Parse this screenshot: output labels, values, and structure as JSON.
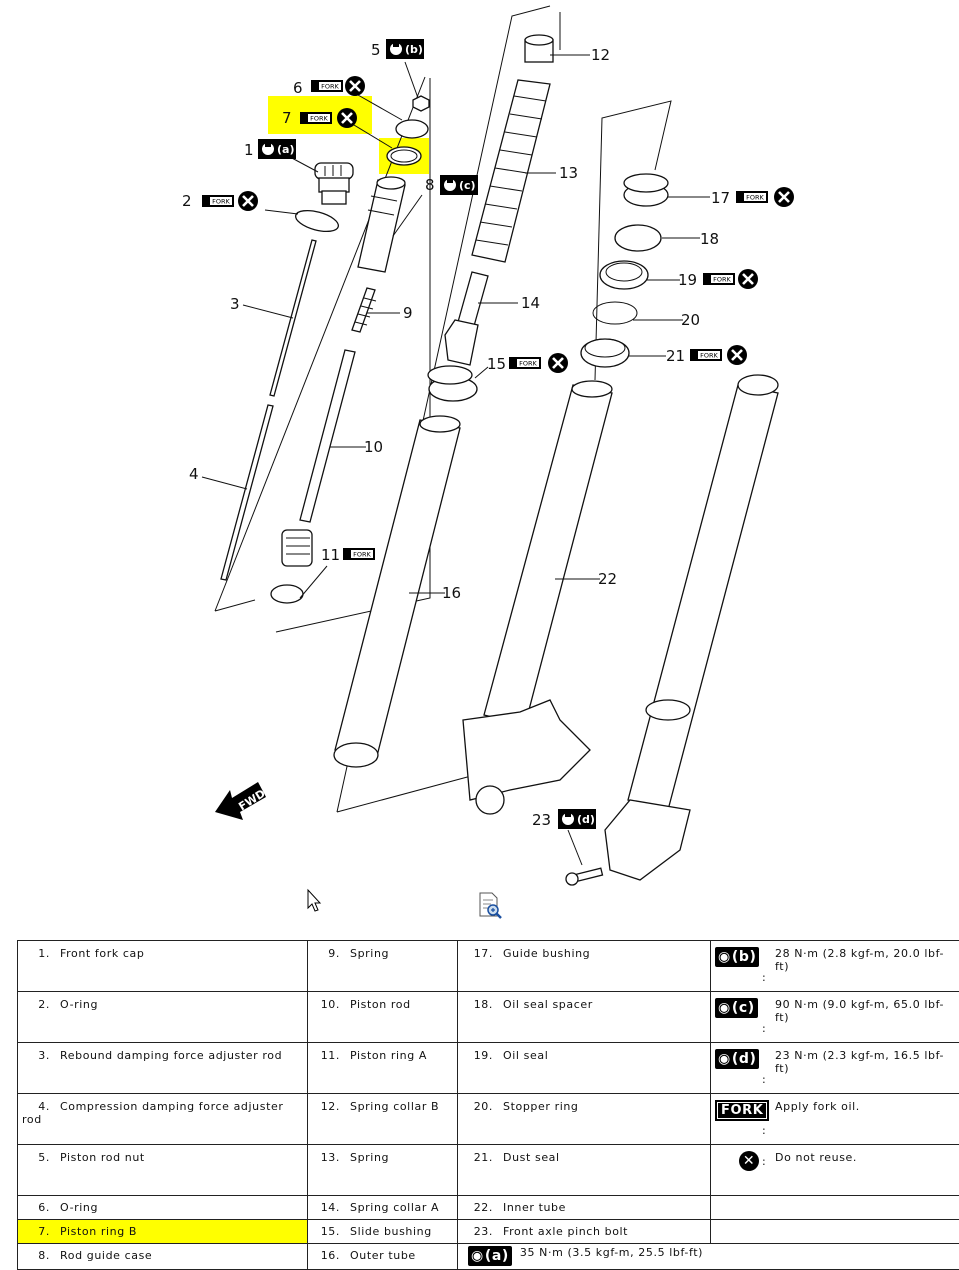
{
  "callouts": {
    "c1": "1",
    "c2": "2",
    "c3": "3",
    "c4": "4",
    "c5": "5",
    "c6": "6",
    "c7": "7",
    "c8": "8",
    "c9": "9",
    "c10": "10",
    "c11": "11",
    "c12": "12",
    "c13": "13",
    "c14": "14",
    "c15": "15",
    "c16": "16",
    "c17": "17",
    "c18": "18",
    "c19": "19",
    "c20": "20",
    "c21": "21",
    "c22": "22",
    "c23": "23"
  },
  "symbols": {
    "torque_a": "(a)",
    "torque_b": "(b)",
    "torque_c": "(c)",
    "torque_d": "(d)",
    "fork": "FORK",
    "noreuse": "✕",
    "fwd": "FWD"
  },
  "colors": {
    "highlight": "#ffff00"
  },
  "legend": {
    "col1": [
      {
        "num": "1.",
        "label": "Front fork cap"
      },
      {
        "num": "2.",
        "label": "O-ring"
      },
      {
        "num": "3.",
        "label": "Rebound damping force adjuster rod"
      },
      {
        "num": "4.",
        "label": "Compression damping force adjuster rod"
      },
      {
        "num": "5.",
        "label": "Piston rod nut"
      },
      {
        "num": "6.",
        "label": "O-ring"
      },
      {
        "num": "7.",
        "label": "Piston ring B"
      },
      {
        "num": "8.",
        "label": "Rod guide case"
      }
    ],
    "col2": [
      {
        "num": "9.",
        "label": "Spring"
      },
      {
        "num": "10.",
        "label": "Piston rod"
      },
      {
        "num": "11.",
        "label": "Piston ring A"
      },
      {
        "num": "12.",
        "label": "Spring collar B"
      },
      {
        "num": "13.",
        "label": "Spring"
      },
      {
        "num": "14.",
        "label": "Spring collar A"
      },
      {
        "num": "15.",
        "label": "Slide bushing"
      },
      {
        "num": "16.",
        "label": "Outer tube"
      }
    ],
    "col3": [
      {
        "num": "17.",
        "label": "Guide bushing"
      },
      {
        "num": "18.",
        "label": "Oil seal spacer"
      },
      {
        "num": "19.",
        "label": "Oil seal"
      },
      {
        "num": "20.",
        "label": "Stopper ring"
      },
      {
        "num": "21.",
        "label": "Dust seal"
      },
      {
        "num": "22.",
        "label": "Inner tube"
      },
      {
        "num": "23.",
        "label": "Front axle pinch bolt"
      }
    ],
    "col4": [
      {
        "sym": "(b)",
        "text": "28 N·m (2.8 kgf-m, 20.0 lbf-ft)"
      },
      {
        "sym": "(c)",
        "text": "90 N·m (9.0 kgf-m, 65.0 lbf-ft)"
      },
      {
        "sym": "(d)",
        "text": "23 N·m (2.3 kgf-m, 16.5 lbf-ft)"
      },
      {
        "sym": "FORK",
        "text": "Apply fork oil."
      },
      {
        "sym": "✕",
        "text": "Do not reuse."
      }
    ],
    "last_torque": {
      "sym": "(a)",
      "text": "35 N·m (3.5 kgf-m, 25.5 lbf-ft)"
    },
    "colon": ":"
  }
}
